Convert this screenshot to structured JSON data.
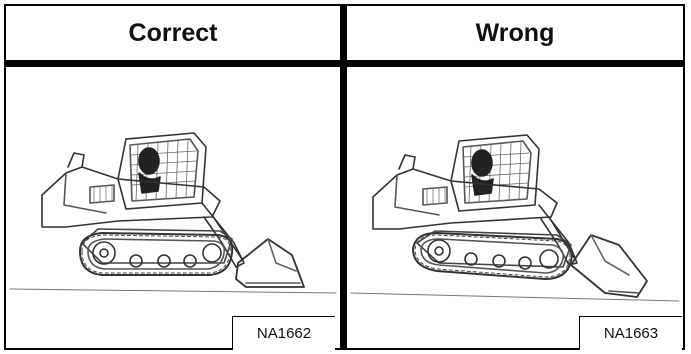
{
  "panels": [
    {
      "heading": "Correct",
      "code": "NA1662",
      "illustration": "track-loader-bucket-flat-icon"
    },
    {
      "heading": "Wrong",
      "code": "NA1663",
      "illustration": "track-loader-bucket-tipped-icon"
    }
  ],
  "colors": {
    "border": "#000000",
    "background": "#ffffff",
    "line": "#333333"
  }
}
